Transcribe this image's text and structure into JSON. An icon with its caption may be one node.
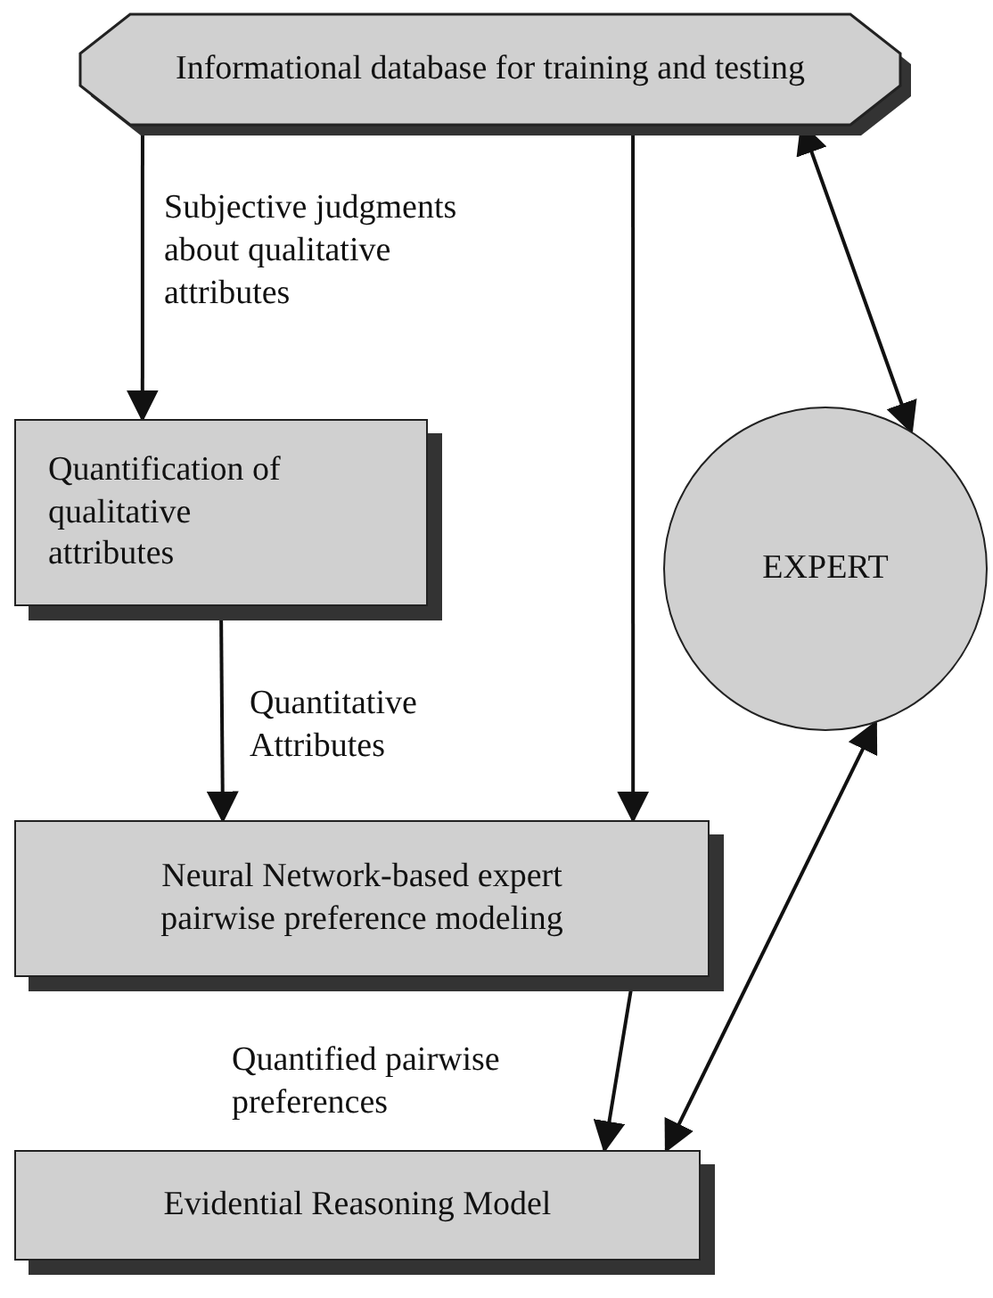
{
  "diagram": {
    "nodes": [
      {
        "text": [
          "Informational database for training and testing"
        ]
      },
      {
        "text": [
          "Quantification of qualitative attributes"
        ]
      },
      {
        "text": [
          "Neural Network-based expert pairwise preference modeling"
        ]
      },
      {
        "text": [
          "Evidential Reasoning Model"
        ]
      },
      {
        "text": [
          "EXPERT"
        ]
      }
    ],
    "edges": [
      {
        "from": 0,
        "to": 1,
        "arrow": "to",
        "label": "Subjective judgments about qualitative attributes"
      },
      {
        "from": 0,
        "to": 2,
        "arrow": "to"
      },
      {
        "from": 1,
        "to": 2,
        "arrow": "to",
        "label": "Quantitative Attributes"
      },
      {
        "from": 0,
        "to": 4,
        "arrow": "both"
      },
      {
        "from": 2,
        "to": 3,
        "arrow": "to",
        "label": "Quantified pairwise preferences"
      },
      {
        "from": 3,
        "to": 4,
        "arrow": "both"
      }
    ]
  }
}
